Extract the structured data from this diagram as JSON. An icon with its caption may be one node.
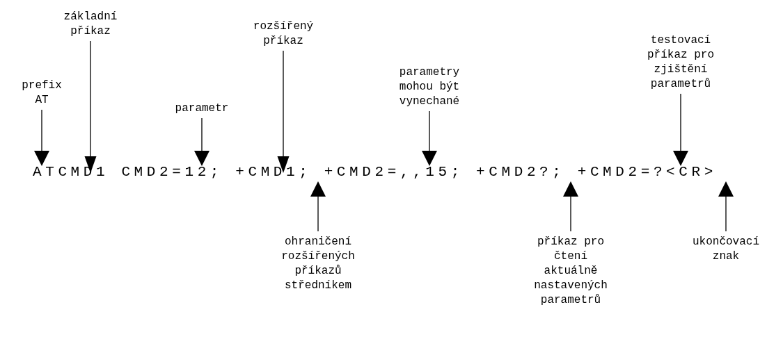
{
  "diagram": {
    "nodes": [
      {
        "text": [
          "ATCMD1 CMD2=12; +CMD1; +CMD2=,,15; +CMD2?; +CMD2=?<CR>"
        ]
      },
      {
        "text": [
          "prefix AT"
        ]
      },
      {
        "text": [
          "základní příkaz"
        ]
      },
      {
        "text": [
          "parametr"
        ]
      },
      {
        "text": [
          "rozšířený příkaz"
        ]
      },
      {
        "text": [
          "parametry mohou být vynechané"
        ]
      },
      {
        "text": [
          "testovací příkaz pro zjištění parametrů"
        ]
      },
      {
        "text": [
          "ohraničení rozšířených příkazů středníkem"
        ]
      },
      {
        "text": [
          "příkaz pro čtení aktuálně nastavených parametrů"
        ]
      },
      {
        "text": [
          "ukončovací znak"
        ]
      }
    ],
    "edges": [
      {
        "from": 1,
        "to": 0,
        "arrow": "to"
      },
      {
        "from": 2,
        "to": 0,
        "arrow": "to"
      },
      {
        "from": 3,
        "to": 0,
        "arrow": "to"
      },
      {
        "from": 4,
        "to": 0,
        "arrow": "to"
      },
      {
        "from": 5,
        "to": 0,
        "arrow": "to"
      },
      {
        "from": 6,
        "to": 0,
        "arrow": "to"
      },
      {
        "from": 7,
        "to": 0,
        "arrow": "to"
      },
      {
        "from": 8,
        "to": 0,
        "arrow": "to"
      },
      {
        "from": 9,
        "to": 0,
        "arrow": "to"
      }
    ]
  }
}
